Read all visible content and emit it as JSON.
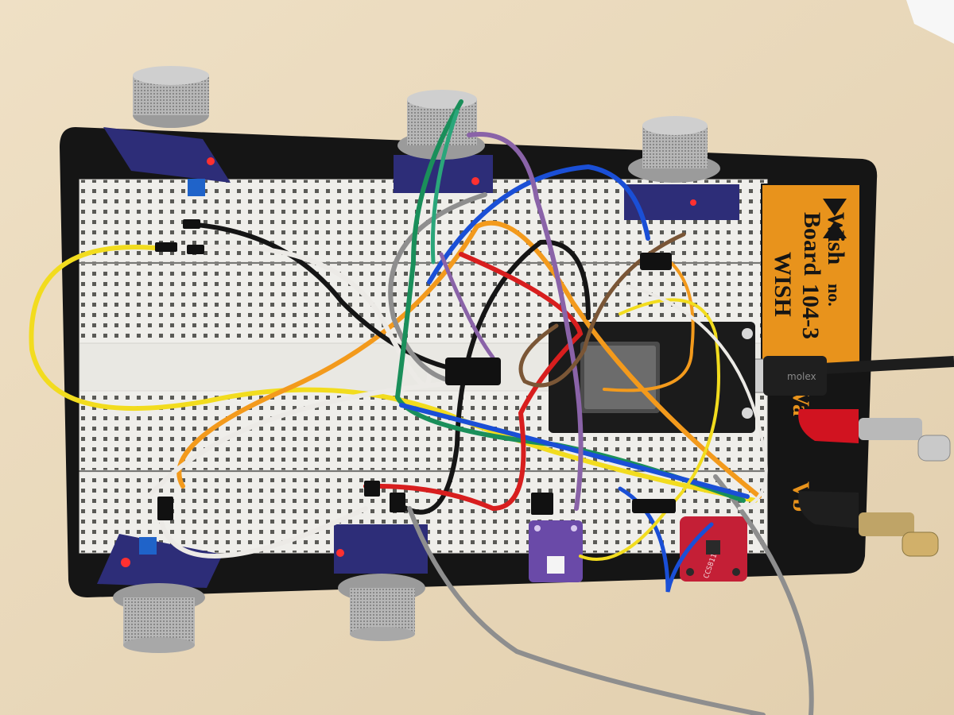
{
  "board_label": {
    "brand_line1": "Wish",
    "brand_line2": "Board",
    "brand_word": "WISH",
    "model_prefix": "no.",
    "model_number": "104-3"
  },
  "terminals": {
    "a_label": "Va",
    "b_label": "Vb"
  },
  "cable_label": "molex",
  "sensor_label": "CCS811",
  "colors": {
    "table": "#e9d7b9",
    "base": "#151515",
    "breadboard": "#efeeea",
    "label_plate": "#e8931c",
    "wire_yellow": "#f2dc1e",
    "wire_orange": "#f39a1c",
    "wire_black": "#151515",
    "wire_white": "#eceae6",
    "wire_gray": "#8e8e8e",
    "wire_blue": "#1a4fd6",
    "wire_green": "#1a8f5a",
    "wire_red": "#d81e1e",
    "wire_purple": "#8a63a8",
    "wire_brown": "#7a5636",
    "terminal_red": "#d11320",
    "sensor_red": "#c41f36",
    "sensor_purple": "#6a4aa8"
  }
}
